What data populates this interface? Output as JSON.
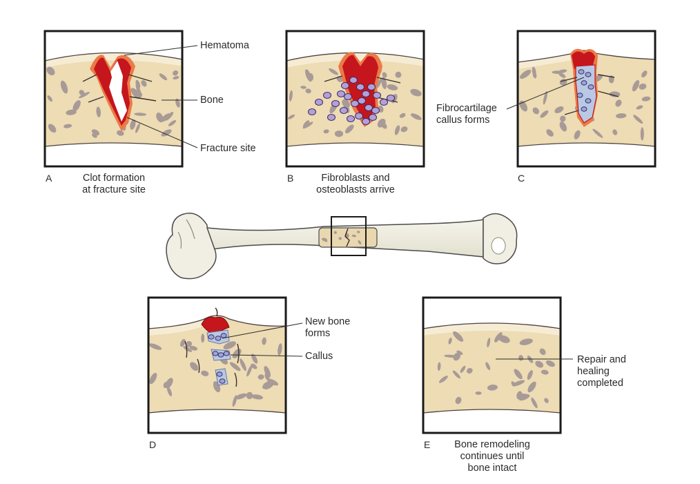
{
  "panels": {
    "a": {
      "letter": "A",
      "caption": "Clot formation\nat fracture site"
    },
    "b": {
      "letter": "B",
      "caption": "Fibroblasts and\nosteoblasts arrive"
    },
    "c": {
      "letter": "C",
      "caption": ""
    },
    "d": {
      "letter": "D",
      "caption": ""
    },
    "e": {
      "letter": "E",
      "caption": "Bone remodeling\ncontinues until\nbone intact"
    }
  },
  "callouts": {
    "hematoma": "Hematoma",
    "bone": "Bone",
    "fracture_site": "Fracture site",
    "fibrocartilage": "Fibrocartilage\ncallus forms",
    "new_bone": "New bone\nforms",
    "callus": "Callus",
    "repair": "Repair and\nhealing\ncompleted"
  },
  "colors": {
    "bone_fill": "#eddcb4",
    "bone_light": "#f7f0dc",
    "spot": "#a89a96",
    "hematoma": "#c4161c",
    "hematoma_edge": "#ec7a47",
    "cell": "#b4a0d8",
    "cell_edge": "#3a2a66",
    "cartilage": "#b9c9e4",
    "frame": "#1a1a1a"
  }
}
